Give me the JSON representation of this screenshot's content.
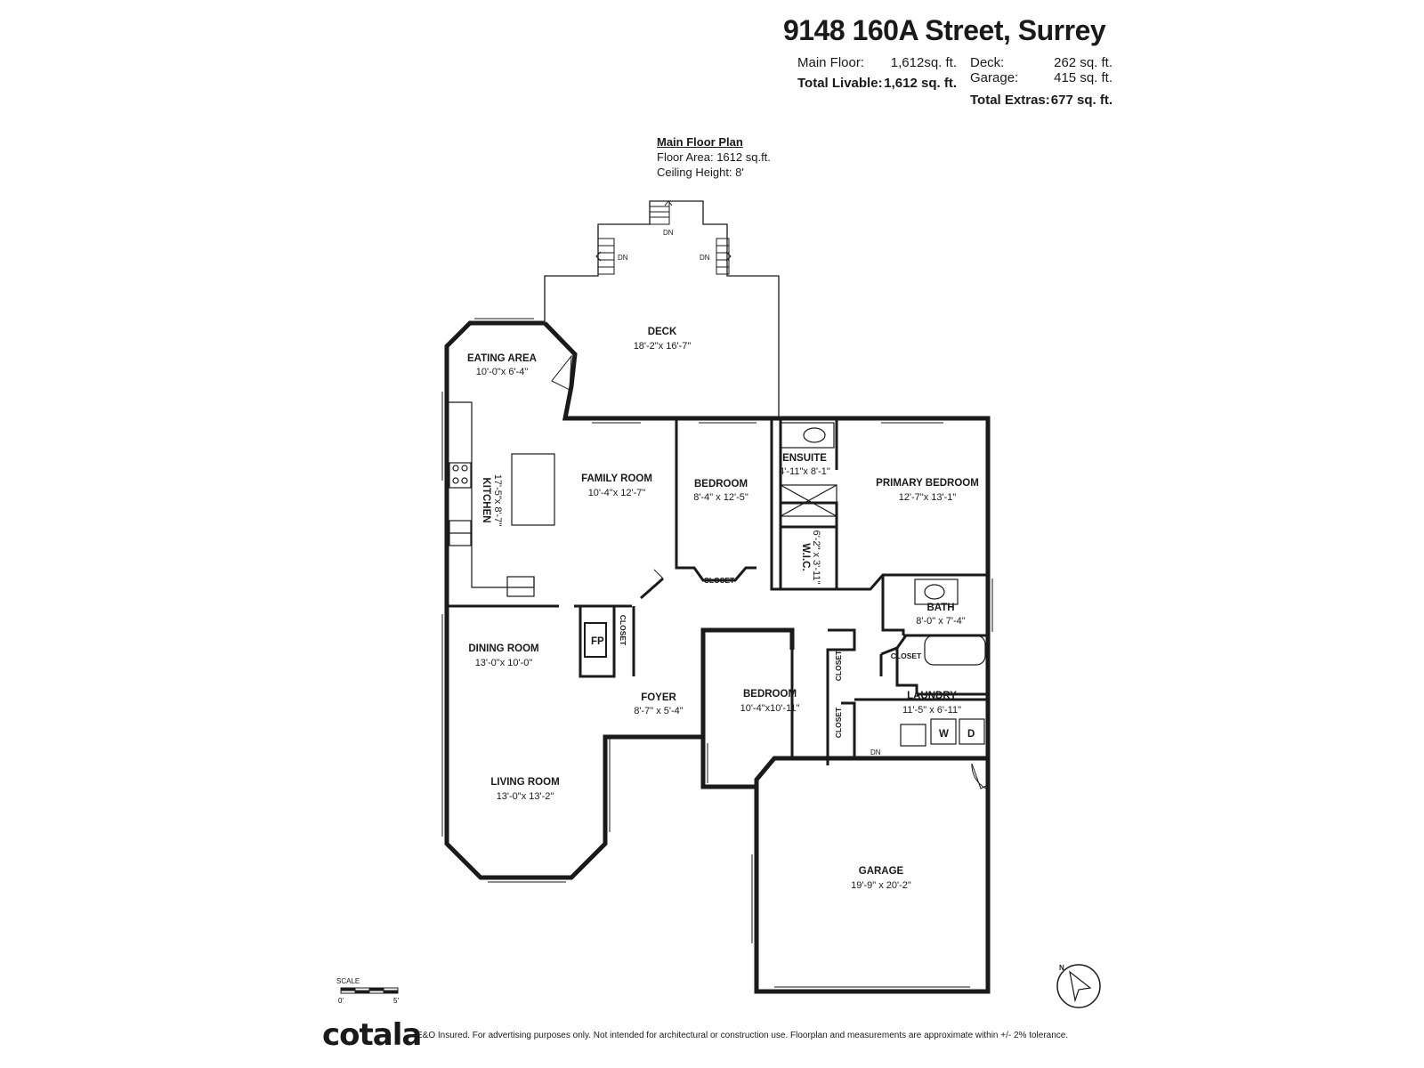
{
  "header": {
    "address": "9148 160A Street, Surrey",
    "main_floor_label": "Main Floor:",
    "main_floor_value": "1,612sq. ft.",
    "deck_label": "Deck:",
    "deck_value": "262 sq. ft.",
    "garage_label": "Garage:",
    "garage_value": "415 sq. ft.",
    "total_livable_label": "Total Livable:",
    "total_livable_value": "1,612 sq. ft.",
    "total_extras_label": "Total Extras:",
    "total_extras_value": "677 sq. ft."
  },
  "plan": {
    "title": "Main Floor Plan",
    "floor_area": "Floor Area: 1612 sq.ft.",
    "ceiling_height": "Ceiling Height: 8'"
  },
  "rooms": {
    "deck": {
      "name": "DECK",
      "dim": "18'-2\"x 16'-7\""
    },
    "eating_area": {
      "name": "EATING AREA",
      "dim": "10'-0\"x 6'-4\""
    },
    "kitchen": {
      "name": "KITCHEN",
      "dim": "17'-5\"x 8'-7\""
    },
    "family_room": {
      "name": "FAMILY ROOM",
      "dim": "10'-4\"x 12'-7\""
    },
    "bedroom_1": {
      "name": "BEDROOM",
      "dim": "8'-4\" x 12'-5\""
    },
    "ensuite": {
      "name": "ENSUITE",
      "dim": "4'-11\"x 8'-1\""
    },
    "primary_bedroom": {
      "name": "PRIMARY BEDROOM",
      "dim": "12'-7\"x 13'-1\""
    },
    "wic": {
      "name": "W.I.C.",
      "dim": "6'-2\" x 3'-11\""
    },
    "bath": {
      "name": "BATH",
      "dim": "8'-0\" x 7'-4\""
    },
    "dining_room": {
      "name": "DINING ROOM",
      "dim": "13'-0\"x 10'-0\""
    },
    "foyer": {
      "name": "FOYER",
      "dim": "8'-7\" x 5'-4\""
    },
    "bedroom_2": {
      "name": "BEDROOM",
      "dim": "10'-4\"x10'-11\""
    },
    "laundry": {
      "name": "LAUNDRY",
      "dim": "11'-5\" x 6'-11\""
    },
    "living_room": {
      "name": "LIVING ROOM",
      "dim": "13'-0\"x 13'-2\""
    },
    "garage": {
      "name": "GARAGE",
      "dim": "19'-9\" x 20'-2\""
    }
  },
  "labels": {
    "closet": "CLOSET",
    "fp": "FP",
    "dn": "DN",
    "washer": "W",
    "dryer": "D"
  },
  "scale": {
    "label": "SCALE",
    "start": "0'",
    "end": "5'"
  },
  "compass": {
    "letter": "N"
  },
  "footer": {
    "logo": "cotala",
    "disclaimer": "E&O Insured. For advertising purposes only. Not intended for architectural or construction use. Floorplan and measurements are approximate within +/- 2% tolerance."
  },
  "colors": {
    "wall": "#1a1a1a",
    "text": "#1a1a1a",
    "background": "#ffffff"
  }
}
